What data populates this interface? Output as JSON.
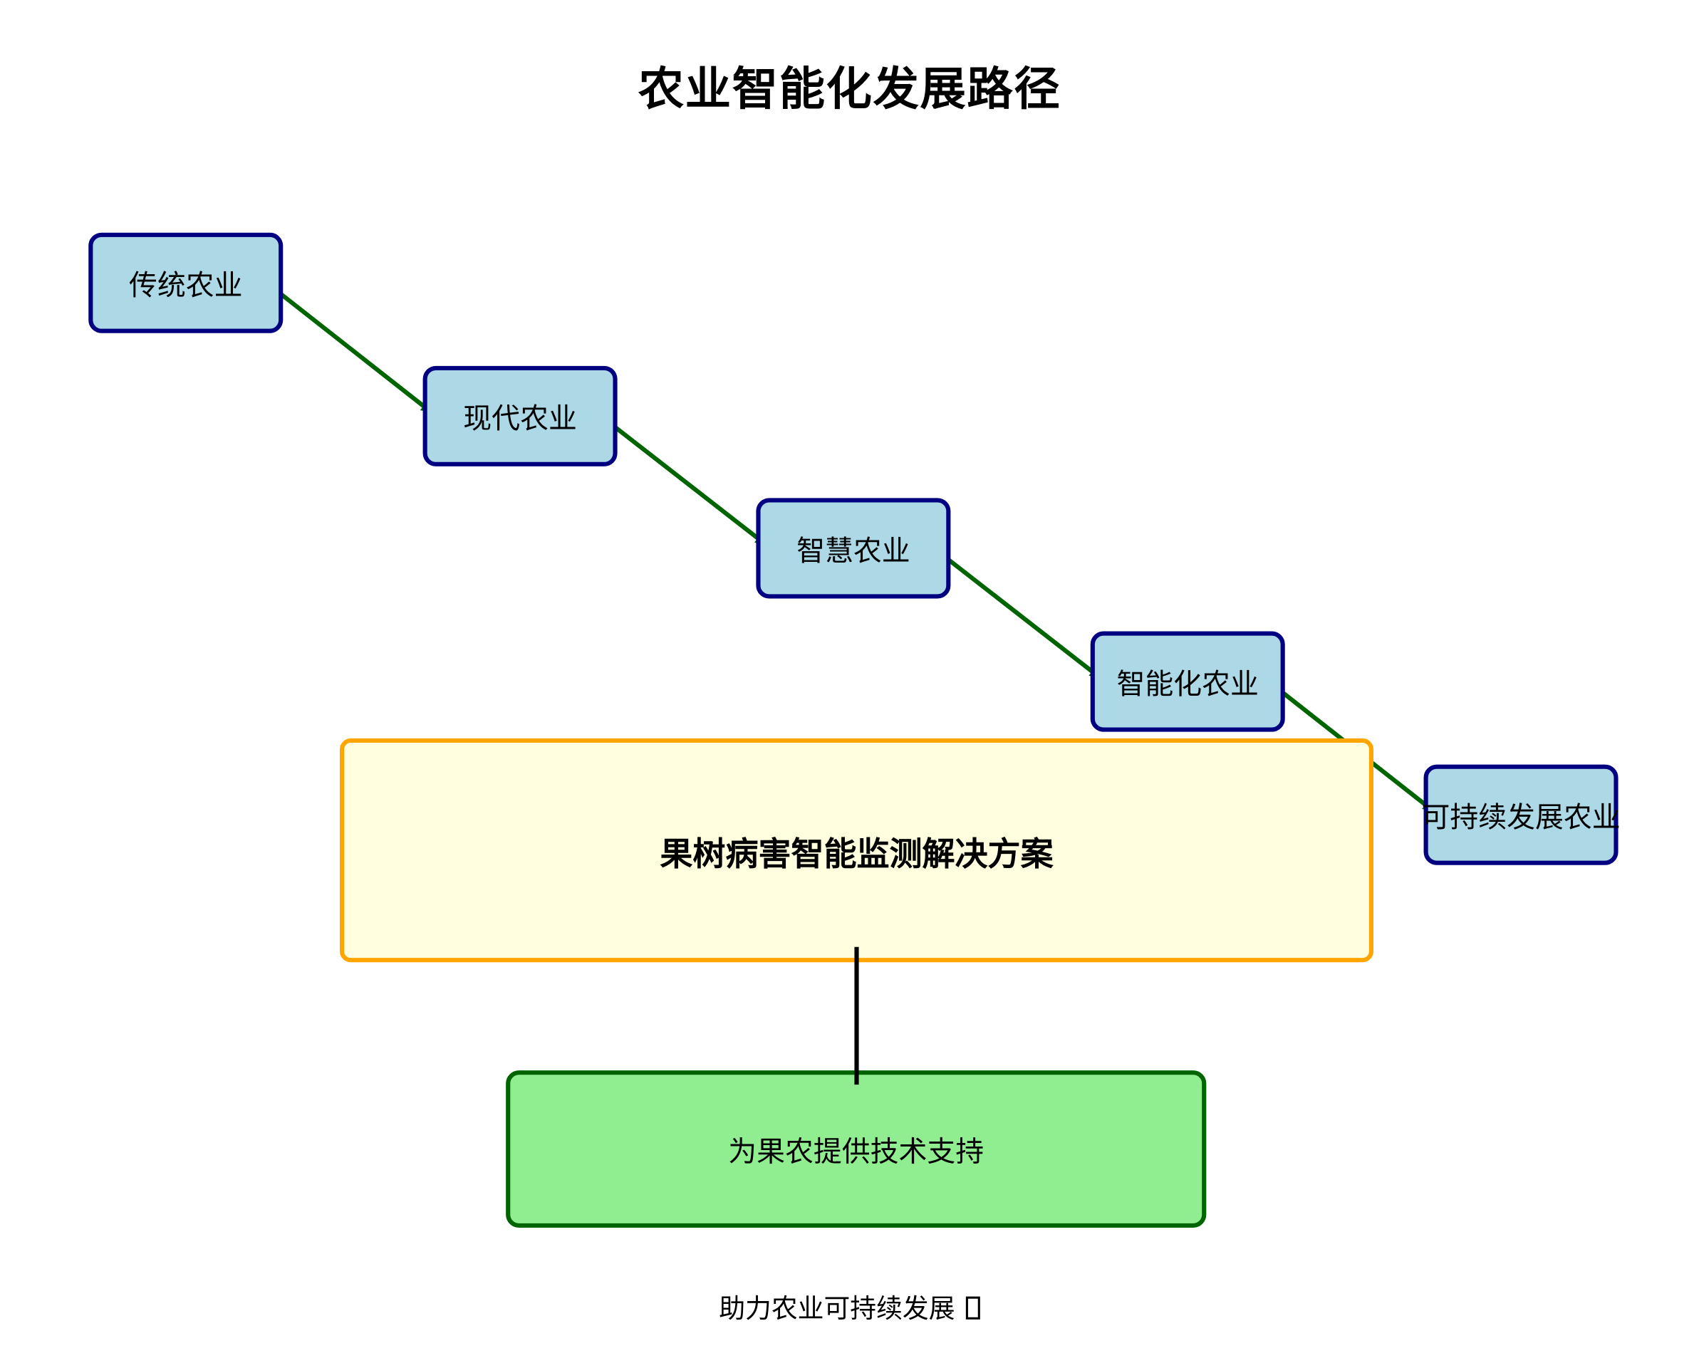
{
  "title": "农业智能化发展路径",
  "path": {
    "steps": [
      {
        "label": "传统农业"
      },
      {
        "label": "现代农业"
      },
      {
        "label": "智慧农业"
      },
      {
        "label": "智能化农业"
      },
      {
        "label": "可持续发展农业"
      }
    ]
  },
  "solution": {
    "label": "果树病害智能监测解决方案"
  },
  "support": {
    "label": "为果农提供技术支持"
  },
  "footer": {
    "text": "助力农业可持续发展",
    "icon": "missing-glyph-icon"
  },
  "colors": {
    "step_fill": "#add8e6",
    "step_border": "#000080",
    "arrow": "#006400",
    "solution_fill": "#ffffe0",
    "solution_border": "#ffa500",
    "support_fill": "#90ee90",
    "support_border": "#006400",
    "link": "#000000"
  }
}
